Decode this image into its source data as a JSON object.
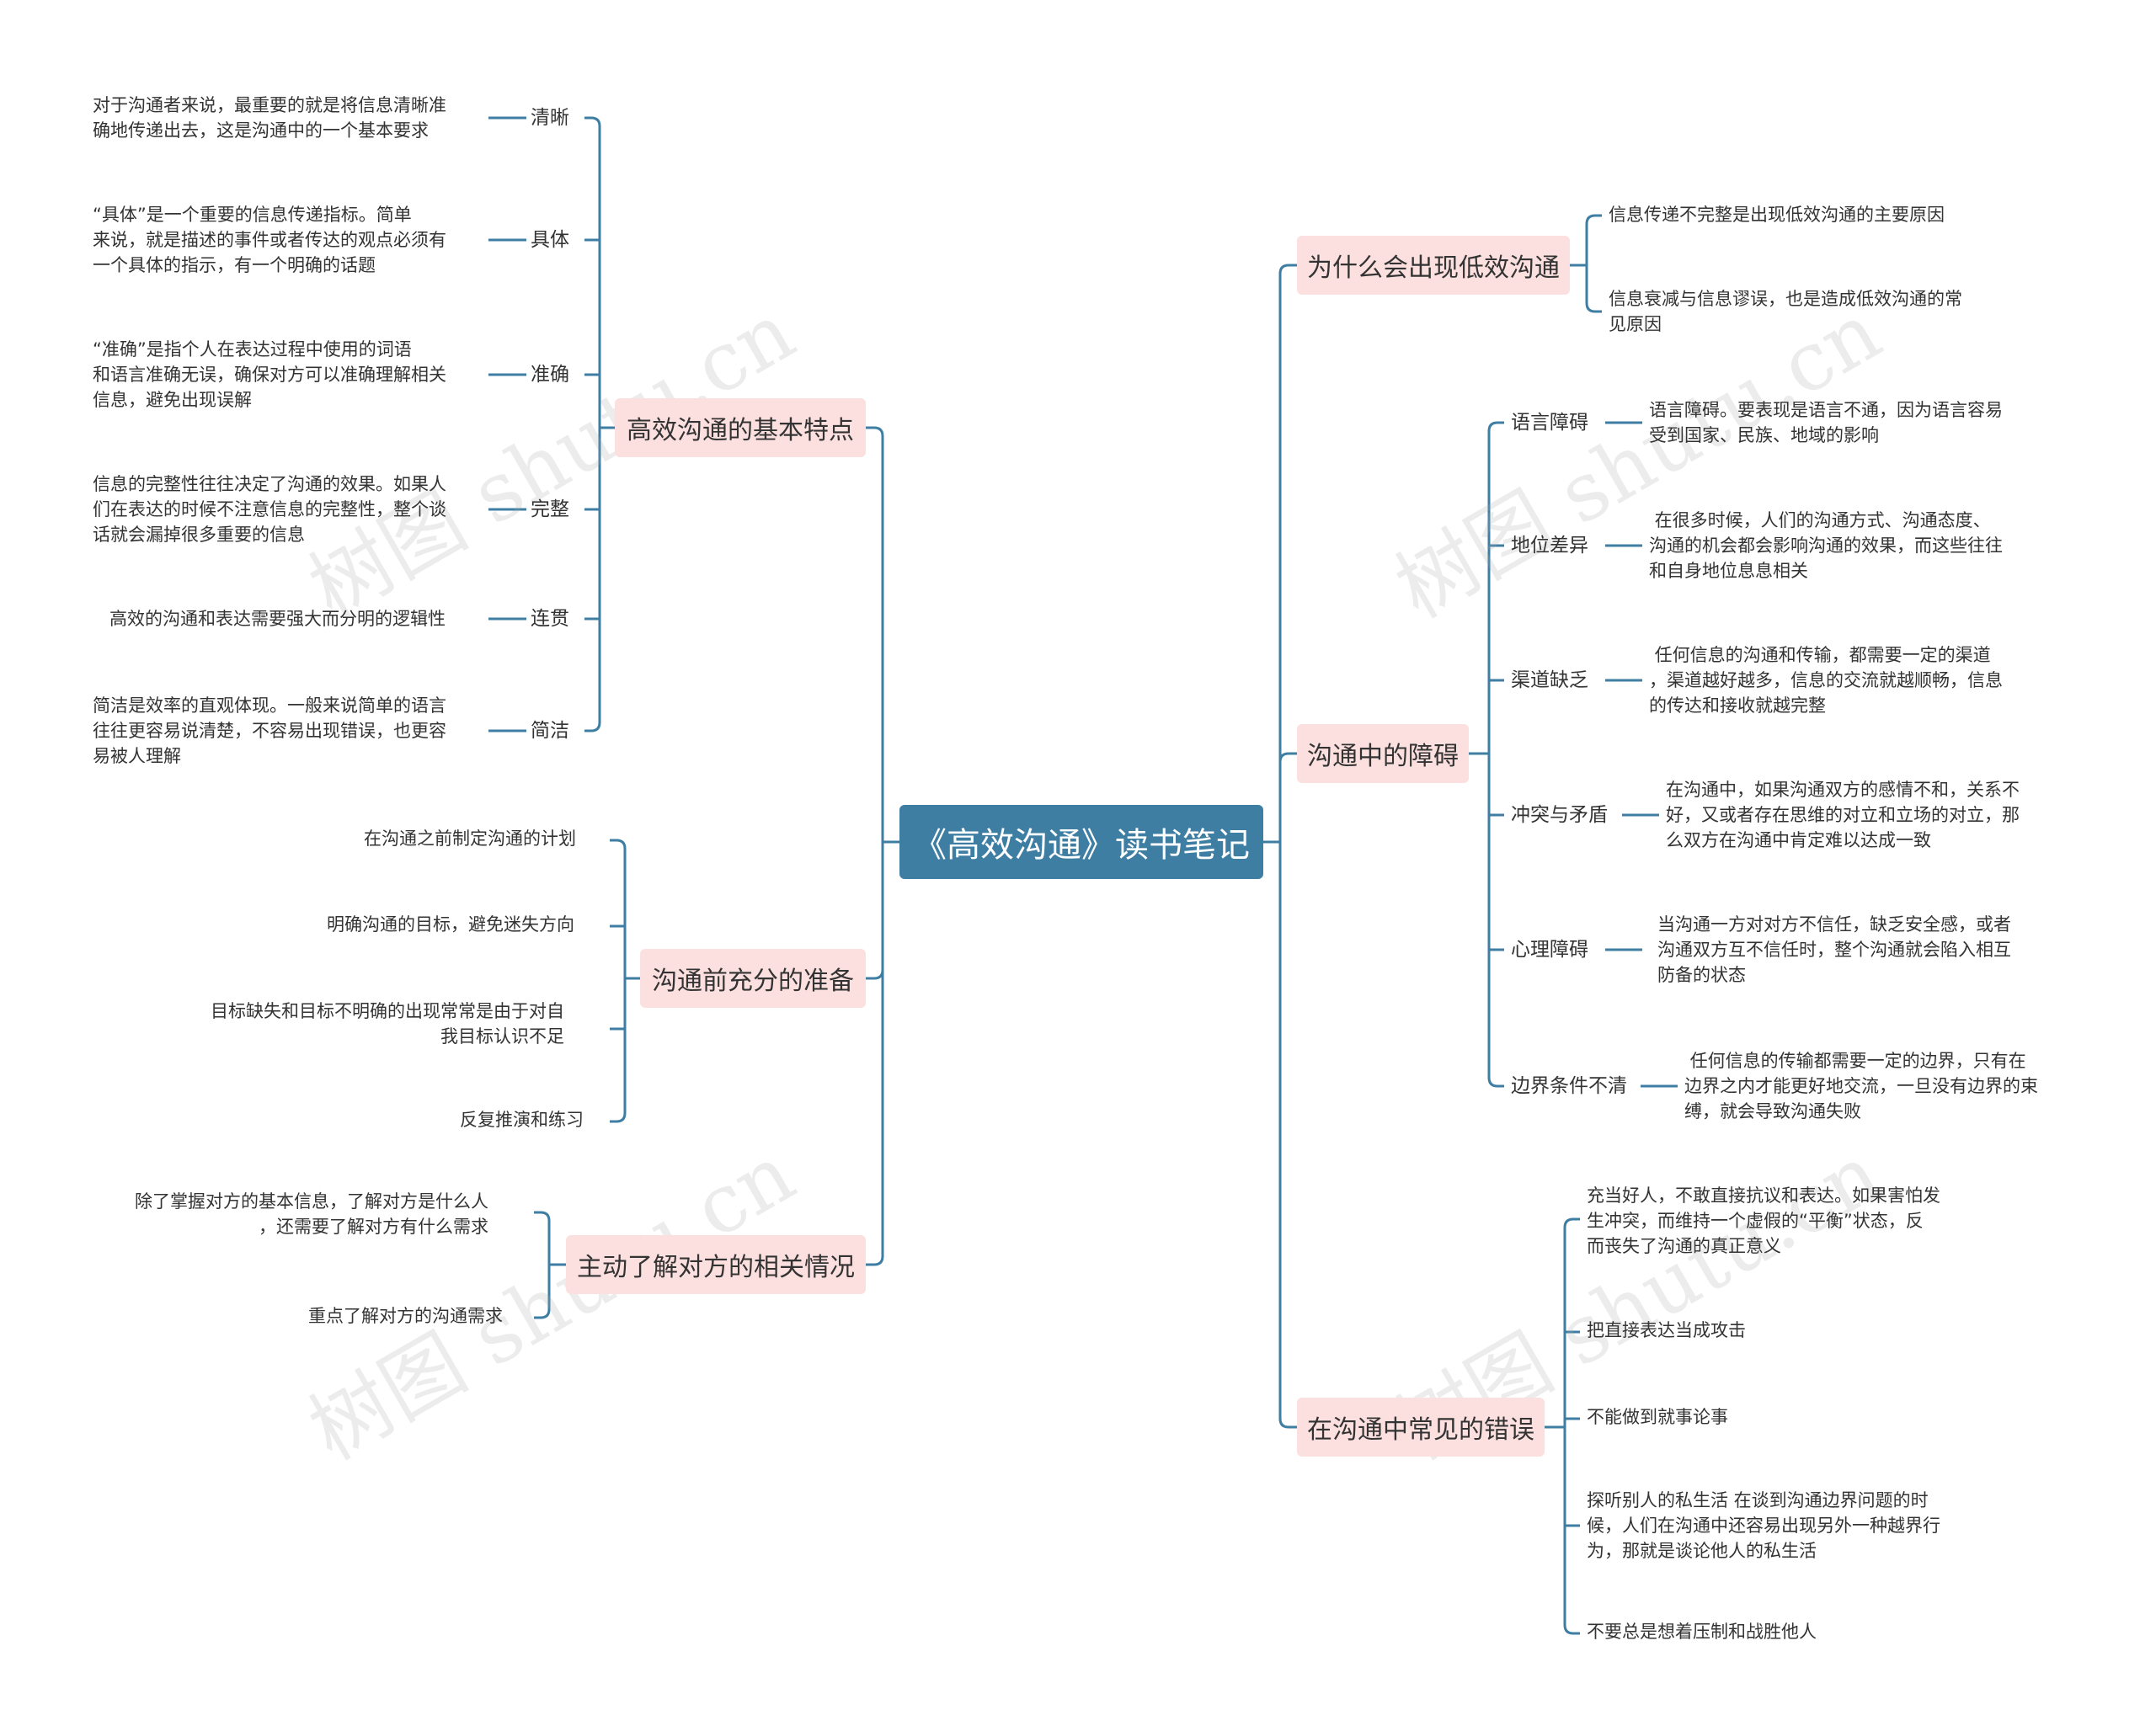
{
  "root": "《高效沟通》读书笔记",
  "branches": {
    "traits": "高效沟通的基本特点",
    "prep": "沟通前充分的准备",
    "understand": "主动了解对方的相关情况",
    "why_low": "为什么会出现低效沟通",
    "barriers": "沟通中的障碍",
    "mistakes": "在沟通中常见的错误"
  },
  "traits": [
    {
      "label": "清晰",
      "text": "对于沟通者来说，最重要的就是将信息清晰准\n确地传递出去，这是沟通中的一个基本要求"
    },
    {
      "label": "具体",
      "text": "“具体”是一个重要的信息传递指标。简单\n来说，就是描述的事件或者传达的观点必须有\n一个具体的指示，有一个明确的话题"
    },
    {
      "label": "准确",
      "text": "“准确”是指个人在表达过程中使用的词语\n和语言准确无误，确保对方可以准确理解相关\n信息，避免出现误解"
    },
    {
      "label": "完整",
      "text": "信息的完整性往往决定了沟通的效果。如果人\n们在表达的时候不注意信息的完整性，整个谈\n话就会漏掉很多重要的信息"
    },
    {
      "label": "连贯",
      "text": "高效的沟通和表达需要强大而分明的逻辑性"
    },
    {
      "label": "简洁",
      "text": "简洁是效率的直观体现。一般来说简单的语言\n往往更容易说清楚，不容易出现错误，也更容\n易被人理解"
    }
  ],
  "prep": [
    "在沟通之前制定沟通的计划",
    "明确沟通的目标，避免迷失方向",
    "目标缺失和目标不明确的出现常常是由于对自\n我目标认识不足",
    "反复推演和练习"
  ],
  "understand": [
    "除了掌握对方的基本信息，了解对方是什么人\n，还需要了解对方有什么需求",
    "重点了解对方的沟通需求"
  ],
  "why_low": [
    "信息传递不完整是出现低效沟通的主要原因",
    "信息衰减与信息谬误，也是造成低效沟通的常\n见原因"
  ],
  "barriers": [
    {
      "label": "语言障碍",
      "text": "语言障碍。要表现是语言不通，因为语言容易\n受到国家、民族、地域的影响"
    },
    {
      "label": "地位差异",
      "text": " 在很多时候，人们的沟通方式、沟通态度、\n沟通的机会都会影响沟通的效果，而这些往往\n和自身地位息息相关"
    },
    {
      "label": "渠道缺乏",
      "text": " 任何信息的沟通和传输，都需要一定的渠道\n，渠道越好越多，信息的交流就越顺畅，信息\n的传达和接收就越完整"
    },
    {
      "label": "冲突与矛盾",
      "text": "在沟通中，如果沟通双方的感情不和，关系不\n好，又或者存在思维的对立和立场的对立，那\n么双方在沟通中肯定难以达成一致"
    },
    {
      "label": "心理障碍",
      "text": "当沟通一方对对方不信任，缺乏安全感，或者\n沟通双方互不信任时，整个沟通就会陷入相互\n防备的状态"
    },
    {
      "label": "边界条件不清",
      "text": " 任何信息的传输都需要一定的边界，只有在\n边界之内才能更好地交流，一旦没有边界的束\n缚，就会导致沟通失败"
    }
  ],
  "mistakes": [
    "充当好人，不敢直接抗议和表达。如果害怕发\n生冲突，而维持一个虚假的“平衡”状态，反\n而丧失了沟通的真正意义",
    "把直接表达当成攻击",
    "不能做到就事论事",
    "探听别人的私生活 在谈到沟通边界问题的时\n候，人们在沟通中还容易出现另外一种越界行\n为，那就是谈论他人的私生活",
    "不要总是想着压制和战胜他人"
  ],
  "watermark": "树图 shutu.cn",
  "colors": {
    "line": "#3f7ea3",
    "root_bg": "#3f7ea3",
    "branch_bg": "#fbe0df"
  }
}
